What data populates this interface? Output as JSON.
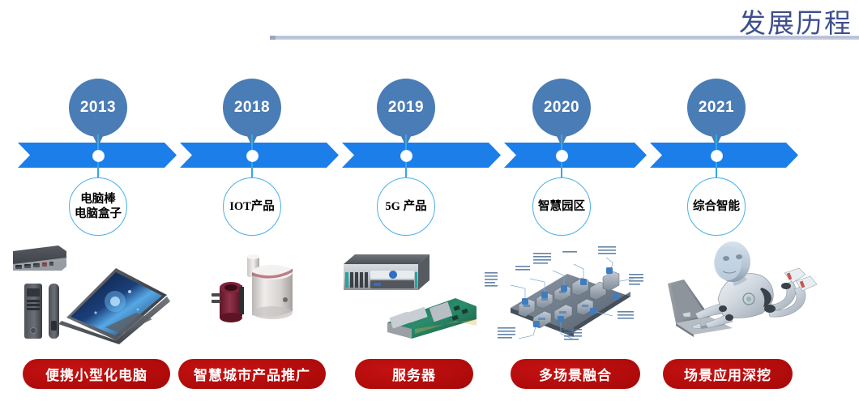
{
  "header": {
    "title": "发展历程",
    "rule_color": "#b5bed4",
    "title_color": "#3f4e8c"
  },
  "timeline": {
    "bar_color": "#1c7ee8",
    "balloon_color": "#4a7cb5",
    "stem_color": "#36a6e8",
    "label_ring_color": "#4ab0e8",
    "pill_color": "#b80d0d",
    "milestones": [
      {
        "year": "2013",
        "label_lines": [
          "电脑棒",
          "电脑盒子"
        ],
        "tag": "便携小型化电脑",
        "image": "mini-pc-sticks-laptop"
      },
      {
        "year": "2018",
        "label_lines": [
          "IOT产品"
        ],
        "tag": "智慧城市产品推广",
        "image": "iot-sensor-motor"
      },
      {
        "year": "2019",
        "label_lines": [
          "5G 产品"
        ],
        "tag": "服务器",
        "image": "rack-server-nic-card"
      },
      {
        "year": "2020",
        "label_lines": [
          "智慧园区"
        ],
        "tag": "多场景融合",
        "image": "smart-park-isometric-diagram"
      },
      {
        "year": "2021",
        "label_lines": [
          "综合智能"
        ],
        "tag": "场景应用深挖",
        "image": "robot-with-laptop"
      }
    ]
  }
}
